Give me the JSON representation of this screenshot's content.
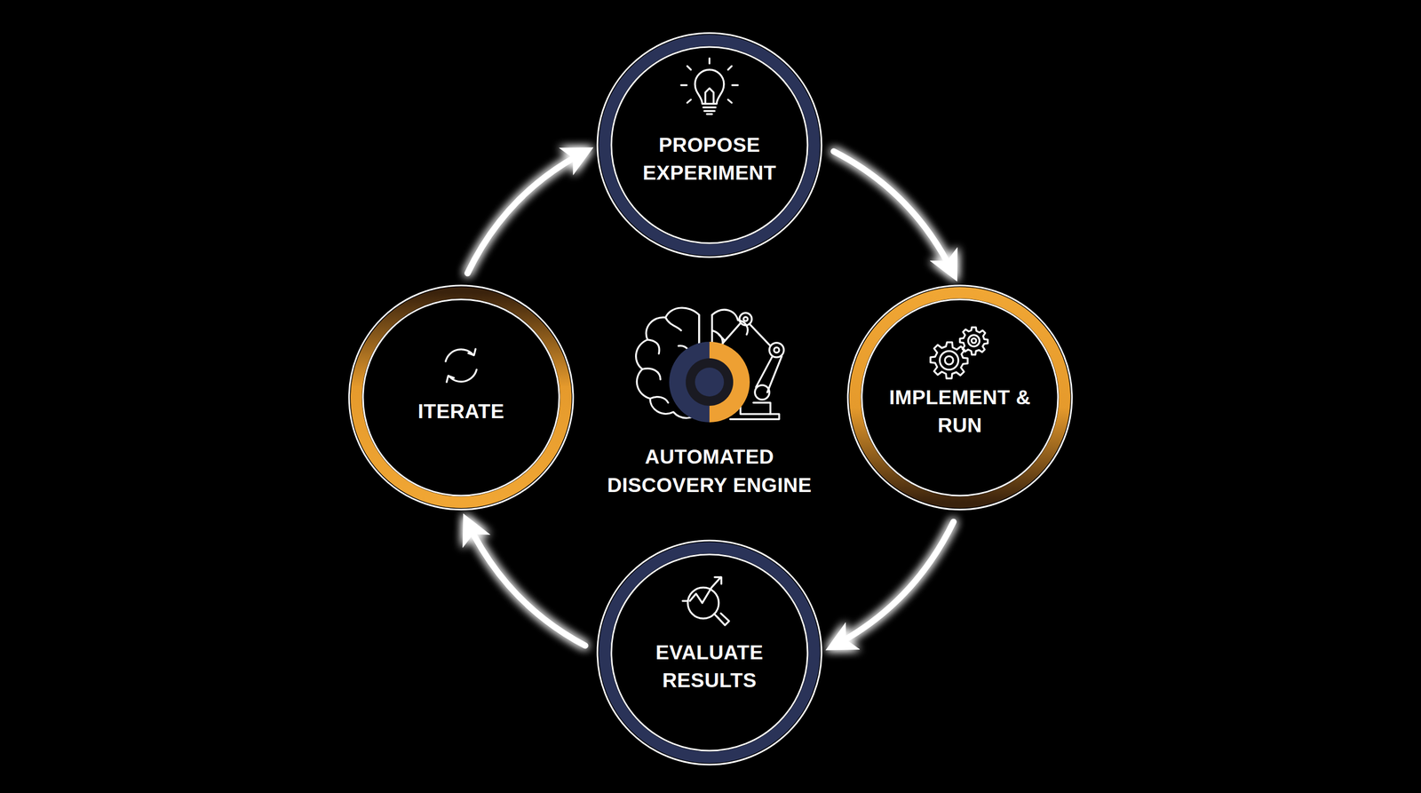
{
  "diagram": {
    "nodes": [
      {
        "text": [
          "PROPOSE EXPERIMENT"
        ]
      },
      {
        "text": [
          "ITERATE"
        ]
      },
      {
        "text": [
          "IMPLEMENT & RUN"
        ]
      },
      {
        "text": [
          "EVALUATE RESULTS"
        ]
      }
    ],
    "edges": [
      {
        "from": 0,
        "to": 2,
        "arrow": "to"
      },
      {
        "from": 2,
        "to": 3,
        "arrow": "to"
      },
      {
        "from": 3,
        "to": 1,
        "arrow": "to"
      },
      {
        "from": 1,
        "to": 0,
        "arrow": "to"
      }
    ],
    "labels": [
      "AUTOMATED DISCOVERY ENGINE"
    ]
  }
}
